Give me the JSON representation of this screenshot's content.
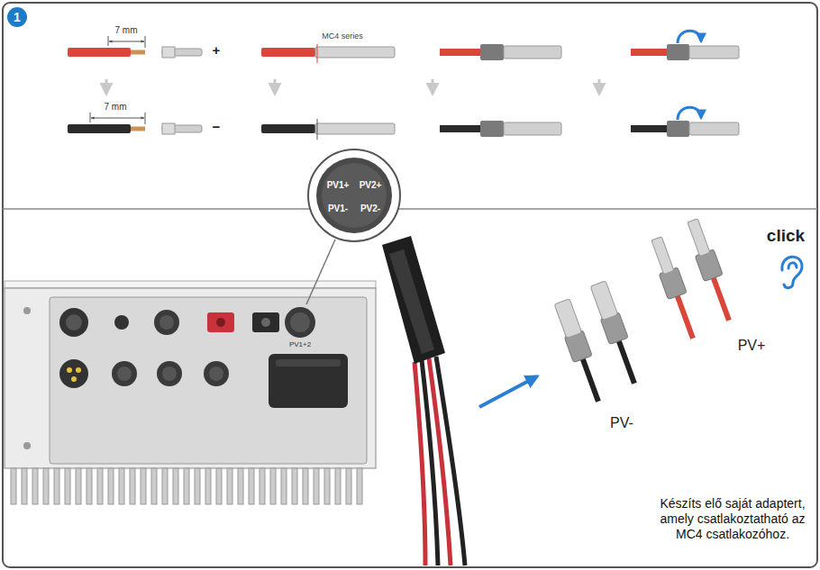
{
  "diagram": {
    "nodes": [
      {
        "text": [
          "1"
        ]
      },
      {
        "text": [
          "PV1+",
          "PV2+",
          "PV1-",
          "PV2-"
        ]
      }
    ],
    "labels": [
      "7 mm",
      "+",
      "MC4 series",
      "7 mm",
      "−",
      "PV1+2",
      "click",
      "PV-",
      "PV+",
      "Készíts elő saját adaptert, amely csatlakoztatható az MC4 csatlakozóhoz."
    ]
  }
}
